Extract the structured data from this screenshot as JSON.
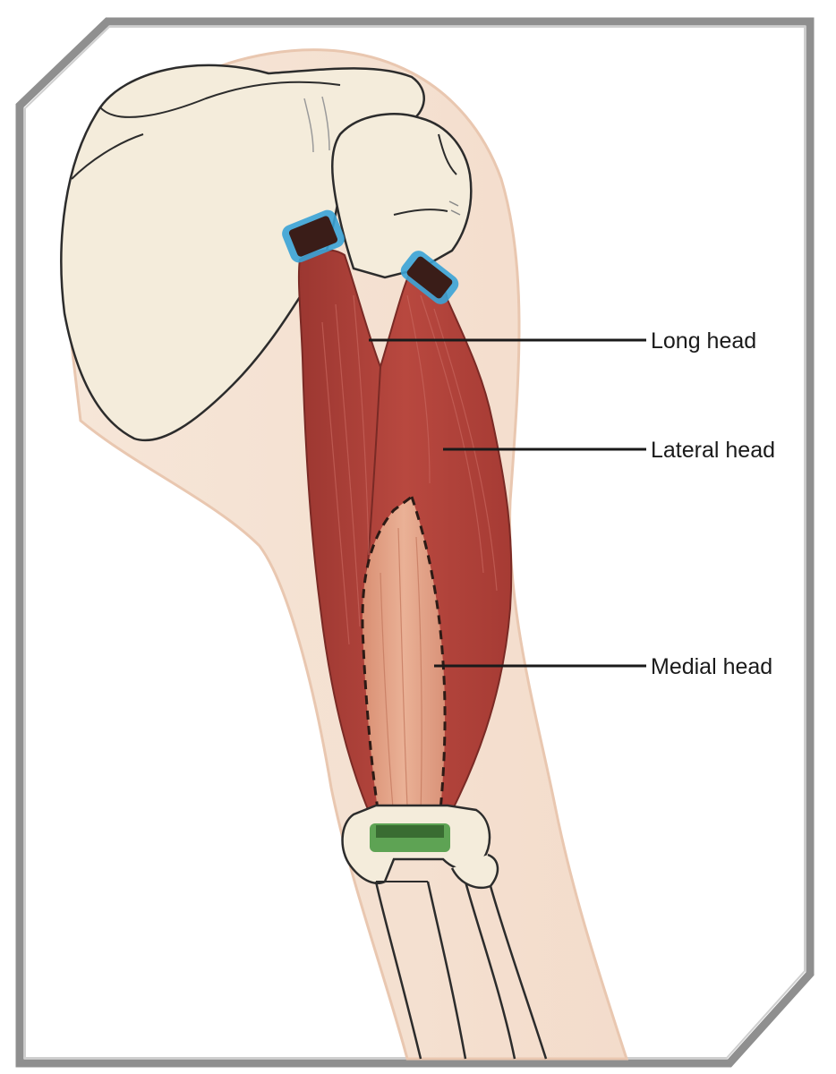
{
  "labels": {
    "long_head": "Long head",
    "lateral_head": "Lateral head",
    "medial_head": "Medial head"
  },
  "colors": {
    "frame": "#8f8f8f",
    "skin": "#f1d9c6",
    "bone": "#f4ecdb",
    "muscle": "#b0413a",
    "medial_muscle": "#e3a58a",
    "tendon": "#3a1d18",
    "origin_marker": "#3aa3d6",
    "insertion_marker": "#4e9b45"
  }
}
